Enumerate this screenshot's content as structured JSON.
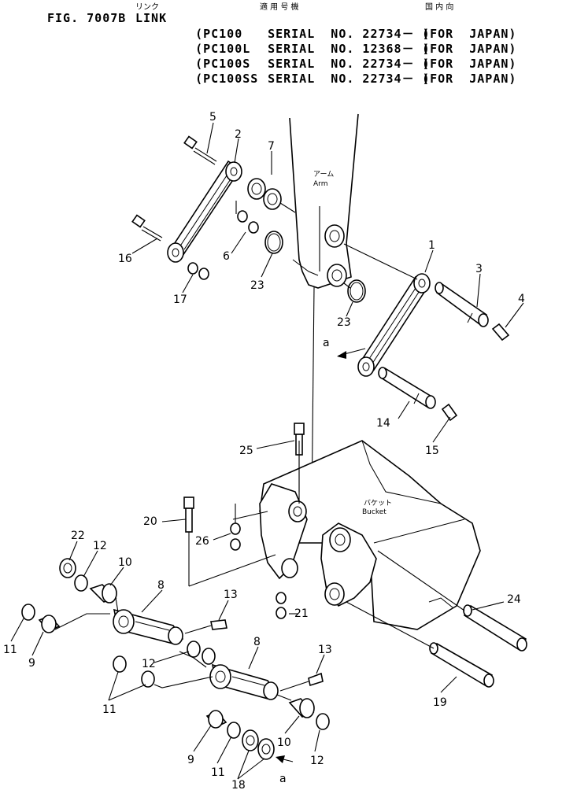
{
  "header": {
    "katakana": "リンク",
    "kanji_model": "適 用 号 機",
    "kanji_japan": "国 内 向",
    "fig": "FIG. 7007B",
    "name": "LINK",
    "rows": [
      {
        "model": "(PC100",
        "serial": "SERIAL  NO. 22734－ )",
        "dest": "(FOR  JAPAN)"
      },
      {
        "model": "(PC100L",
        "serial": "SERIAL  NO. 12368－ )",
        "dest": "(FOR  JAPAN)"
      },
      {
        "model": "(PC100S",
        "serial": "SERIAL  NO. 22734－ )",
        "dest": "(FOR  JAPAN)"
      },
      {
        "model": "(PC100SS",
        "serial": "SERIAL  NO. 22734－ )",
        "dest": "(FOR  JAPAN)"
      }
    ]
  },
  "annotations": {
    "arm_jp": "アーム",
    "arm": "Arm",
    "bucket_jp": "バケット",
    "bucket": "Bucket",
    "view_a": "a"
  },
  "callouts": [
    "1",
    "2",
    "3",
    "4",
    "5",
    "6",
    "7",
    "8",
    "9",
    "10",
    "11",
    "12",
    "13",
    "14",
    "15",
    "16",
    "17",
    "18",
    "19",
    "20",
    "21",
    "22",
    "23",
    "24",
    "25",
    "26"
  ]
}
